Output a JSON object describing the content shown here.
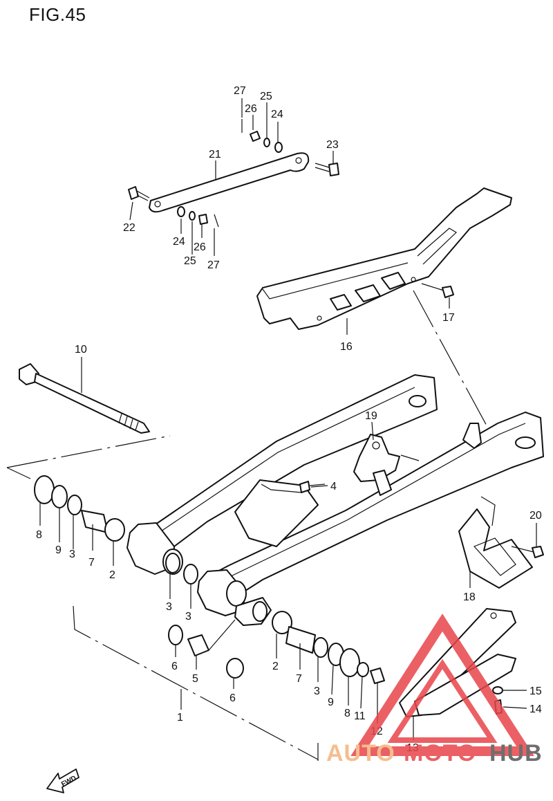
{
  "figure": {
    "title": "FIG.45"
  },
  "fwd_label": "FWD",
  "watermark": {
    "part1": "AUTO",
    "part2": "MOTO",
    "part3": "HUB",
    "color1": "#f5b27a",
    "color2": "#e8454a",
    "color3": "#555555",
    "triangle_color": "#e8454a"
  },
  "labels": [
    {
      "id": "l27a",
      "text": "27"
    },
    {
      "id": "l26a",
      "text": "26"
    },
    {
      "id": "l25a",
      "text": "25"
    },
    {
      "id": "l24a",
      "text": "24"
    },
    {
      "id": "l23",
      "text": "23"
    },
    {
      "id": "l21",
      "text": "21"
    },
    {
      "id": "l22",
      "text": "22"
    },
    {
      "id": "l24b",
      "text": "24"
    },
    {
      "id": "l26b",
      "text": "26"
    },
    {
      "id": "l25b",
      "text": "25"
    },
    {
      "id": "l27b",
      "text": "27"
    },
    {
      "id": "l17",
      "text": "17"
    },
    {
      "id": "l16",
      "text": "16"
    },
    {
      "id": "l10",
      "text": "10"
    },
    {
      "id": "l19",
      "text": "19"
    },
    {
      "id": "l4",
      "text": "4"
    },
    {
      "id": "l20",
      "text": "20"
    },
    {
      "id": "l18",
      "text": "18"
    },
    {
      "id": "l8a",
      "text": "8"
    },
    {
      "id": "l9a",
      "text": "9"
    },
    {
      "id": "l3a",
      "text": "3"
    },
    {
      "id": "l7a",
      "text": "7"
    },
    {
      "id": "l2a",
      "text": "2"
    },
    {
      "id": "l3b",
      "text": "3"
    },
    {
      "id": "l3c",
      "text": "3"
    },
    {
      "id": "l6a",
      "text": "6"
    },
    {
      "id": "l5",
      "text": "5"
    },
    {
      "id": "l6b",
      "text": "6"
    },
    {
      "id": "l1",
      "text": "1"
    },
    {
      "id": "l2b",
      "text": "2"
    },
    {
      "id": "l7b",
      "text": "7"
    },
    {
      "id": "l3d",
      "text": "3"
    },
    {
      "id": "l9b",
      "text": "9"
    },
    {
      "id": "l8b",
      "text": "8"
    },
    {
      "id": "l11",
      "text": "11"
    },
    {
      "id": "l12",
      "text": "12"
    },
    {
      "id": "l13",
      "text": "13"
    },
    {
      "id": "l15",
      "text": "15"
    },
    {
      "id": "l14",
      "text": "14"
    }
  ]
}
